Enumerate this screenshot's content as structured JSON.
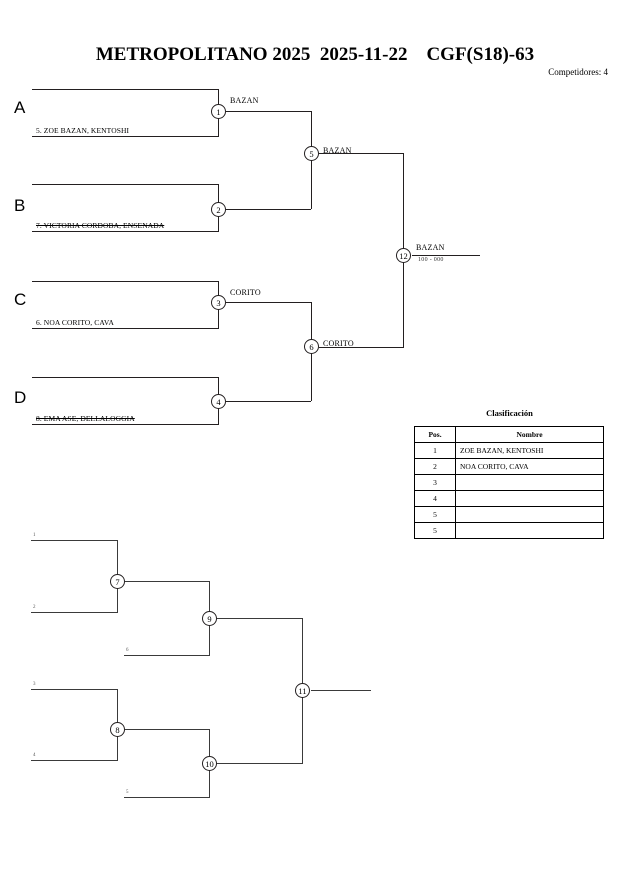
{
  "header": {
    "title": "METROPOLITANO 2025  2025-11-22    CGF(S18)-63",
    "competitors_label": "Competidores: 4"
  },
  "groups": [
    {
      "letter": "A",
      "competitor": "5. ZOE BAZAN, KENTOSHI",
      "eliminated": false
    },
    {
      "letter": "B",
      "competitor": "7. VICTORIA CORDOBA, ENSENADA",
      "eliminated": true
    },
    {
      "letter": "C",
      "competitor": "6. NOA CORITO, CAVA",
      "eliminated": false
    },
    {
      "letter": "D",
      "competitor": "8. EMA ASE, DELLALOGGIA",
      "eliminated": true
    }
  ],
  "main_bracket": {
    "matches": [
      {
        "id": "1",
        "winner": "BAZAN"
      },
      {
        "id": "2",
        "winner": ""
      },
      {
        "id": "3",
        "winner": "CORITO"
      },
      {
        "id": "4",
        "winner": ""
      },
      {
        "id": "5",
        "winner": "BAZAN"
      },
      {
        "id": "6",
        "winner": "CORITO"
      },
      {
        "id": "12",
        "winner": "BAZAN",
        "score": "100 - 000"
      }
    ]
  },
  "repechage_bracket": {
    "matches": [
      {
        "id": "7"
      },
      {
        "id": "8"
      },
      {
        "id": "9"
      },
      {
        "id": "10"
      },
      {
        "id": "11"
      }
    ],
    "slots": [
      "1",
      "2",
      "6",
      "3",
      "4",
      "5"
    ]
  },
  "classification": {
    "title": "Clasificación",
    "columns": [
      "Pos.",
      "Nombre"
    ],
    "rows": [
      {
        "pos": "1",
        "nombre": "ZOE BAZAN, KENTOSHI"
      },
      {
        "pos": "2",
        "nombre": "NOA CORITO, CAVA"
      },
      {
        "pos": "3",
        "nombre": ""
      },
      {
        "pos": "4",
        "nombre": ""
      },
      {
        "pos": "5",
        "nombre": ""
      },
      {
        "pos": "5",
        "nombre": ""
      }
    ]
  },
  "colors": {
    "line": "#231f20",
    "background": "#ffffff",
    "text": "#000000"
  }
}
